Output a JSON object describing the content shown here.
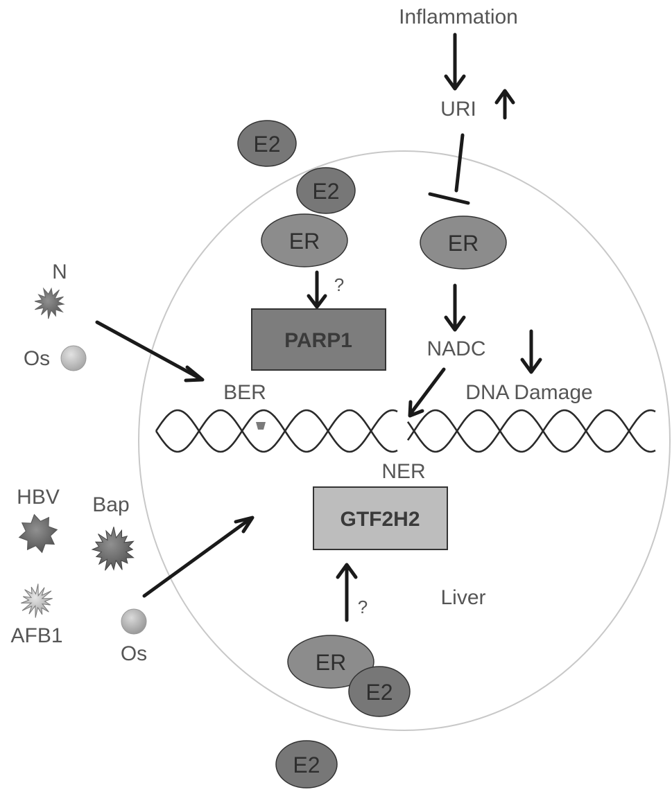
{
  "labels": {
    "inflammation": "Inflammation",
    "uri": "URI",
    "nadc": "NADC",
    "dna_damage": "DNA Damage",
    "ber": "BER",
    "ner": "NER",
    "liver": "Liver",
    "n": "N",
    "os_top": "Os",
    "hbv": "HBV",
    "bap": "Bap",
    "afb1": "AFB1",
    "os_bottom": "Os",
    "question_parp": "?",
    "question_gtf": "?"
  },
  "nodes": {
    "e2_outer_top": "E2",
    "e2_inner_top": "E2",
    "er_left": "ER",
    "er_right": "ER",
    "er_bottom": "ER",
    "e2_bottom_bound": "E2",
    "e2_outer_bottom": "E2"
  },
  "boxes": {
    "parp1": "PARP1",
    "gtf2h2": "GTF2H2"
  },
  "colors": {
    "e2_fill": "#777777",
    "er_fill": "#8c8c8c",
    "parp1_fill": "#7d7d7d",
    "gtf2h2_fill": "#bdbdbd",
    "cell_outline": "#c8c8c8",
    "arrow": "#1a1a1a"
  },
  "icons": {
    "n_agent": "spiky-star-icon",
    "os_agent": "sphere-icon",
    "hbv_agent": "star-icon",
    "bap_agent": "spiky-ball-icon",
    "afb1_agent": "burst-icon"
  }
}
